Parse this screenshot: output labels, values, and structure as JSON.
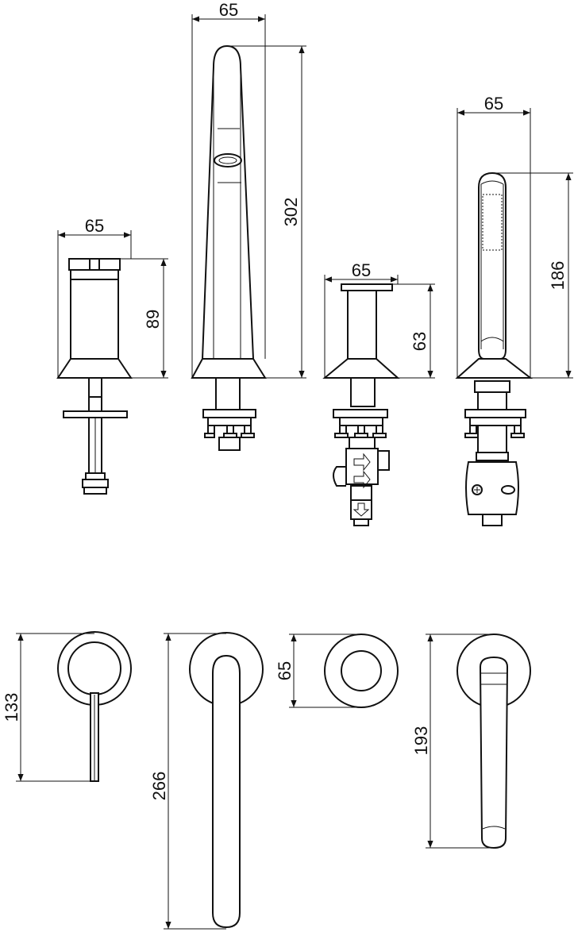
{
  "top_views": {
    "mixer_width": "65",
    "mixer_height": "89",
    "spout_width": "65",
    "spout_height": "302",
    "diverter_width": "65",
    "diverter_height": "63",
    "handshower_width": "65",
    "handshower_height": "186"
  },
  "bottom_views": {
    "handle_height": "133",
    "spout_length": "266",
    "diverter_diameter": "65",
    "handshower_length": "193"
  }
}
